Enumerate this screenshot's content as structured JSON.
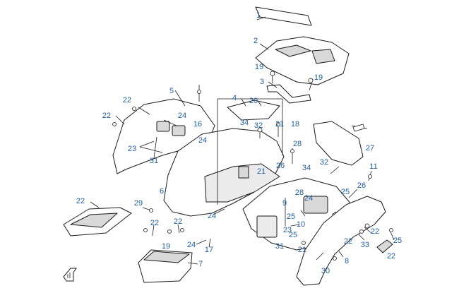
{
  "colors": {
    "label": "#1f5fa6",
    "line": "#1a1a1a",
    "fill": "#ffffff",
    "shade": "#d9d9d9"
  },
  "labels": [
    "1",
    "2",
    "19",
    "19",
    "3",
    "20",
    "4",
    "34",
    "32",
    "21",
    "18",
    "28",
    "22",
    "5",
    "22",
    "24",
    "16",
    "24",
    "23",
    "31",
    "6",
    "26",
    "21",
    "34",
    "32",
    "27",
    "11",
    "28",
    "25",
    "26",
    "24",
    "9",
    "25",
    "23",
    "10",
    "31",
    "25",
    "21",
    "22",
    "33",
    "22",
    "25",
    "22",
    "30",
    "8",
    "22",
    "29",
    "24",
    "22",
    "19",
    "22",
    "24",
    "17",
    "7"
  ],
  "icons": [
    "front-arrow-icon"
  ]
}
